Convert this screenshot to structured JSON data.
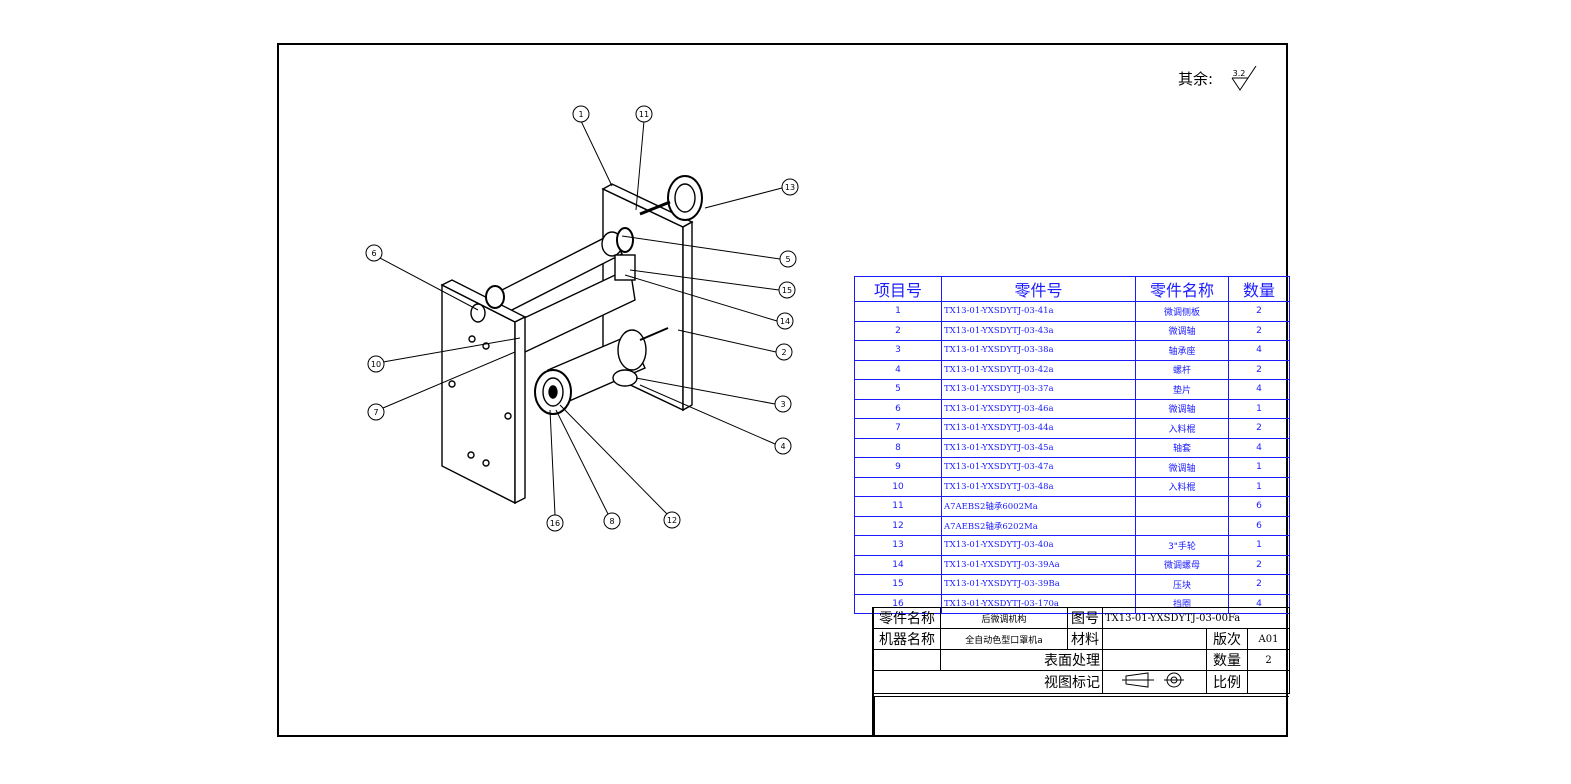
{
  "roughness": {
    "label": "其余:",
    "value": "3.2"
  },
  "balloons": [
    "1",
    "11",
    "13",
    "5",
    "15",
    "14",
    "2",
    "3",
    "4",
    "12",
    "8",
    "16",
    "7",
    "10",
    "6"
  ],
  "bom": {
    "headers": [
      "项目号",
      "零件号",
      "零件名称",
      "数量"
    ],
    "rows": [
      {
        "no": "1",
        "part": "TX13-01-YXSDYTJ-03-41a",
        "name": "微调侧板",
        "qty": "2"
      },
      {
        "no": "2",
        "part": "TX13-01-YXSDYTJ-03-43a",
        "name": "微调轴",
        "qty": "2"
      },
      {
        "no": "3",
        "part": "TX13-01-YXSDYTJ-03-38a",
        "name": "轴承座",
        "qty": "4"
      },
      {
        "no": "4",
        "part": "TX13-01-YXSDYTJ-03-42a",
        "name": "螺杆",
        "qty": "2"
      },
      {
        "no": "5",
        "part": "TX13-01-YXSDYTJ-03-37a",
        "name": "垫片",
        "qty": "4"
      },
      {
        "no": "6",
        "part": "TX13-01-YXSDYTJ-03-46a",
        "name": "微调轴",
        "qty": "1"
      },
      {
        "no": "7",
        "part": "TX13-01-YXSDYTJ-03-44a",
        "name": "入料棍",
        "qty": "2"
      },
      {
        "no": "8",
        "part": "TX13-01-YXSDYTJ-03-45a",
        "name": "轴套",
        "qty": "4"
      },
      {
        "no": "9",
        "part": "TX13-01-YXSDYTJ-03-47a",
        "name": "微调轴",
        "qty": "1"
      },
      {
        "no": "10",
        "part": "TX13-01-YXSDYTJ-03-48a",
        "name": "入料棍",
        "qty": "1"
      },
      {
        "no": "11",
        "part": "A7AEBS2轴承6002Ma",
        "name": "",
        "qty": "6"
      },
      {
        "no": "12",
        "part": "A7AEBS2轴承6202Ma",
        "name": "",
        "qty": "6"
      },
      {
        "no": "13",
        "part": "TX13-01-YXSDYTJ-03-40a",
        "name": "3\"手轮",
        "qty": "1"
      },
      {
        "no": "14",
        "part": "TX13-01-YXSDYTJ-03-39Aa",
        "name": "微调螺母",
        "qty": "2"
      },
      {
        "no": "15",
        "part": "TX13-01-YXSDYTJ-03-39Ba",
        "name": "压块",
        "qty": "2"
      },
      {
        "no": "16",
        "part": "TX13-01-YXSDYTJ-03-170a",
        "name": "挡圈",
        "qty": "4"
      }
    ]
  },
  "title_block": {
    "part_name_label": "零件名称",
    "part_name": "后微调机构",
    "drawing_no_label": "图号",
    "drawing_no": "TX13-01-YXSDYTJ-03-00Fa",
    "machine_name_label": "机器名称",
    "machine_name": "全自动色型口罩机a",
    "material_label": "材料",
    "material": "",
    "version_label": "版次",
    "version": "A01",
    "surface_label": "表面处理",
    "quantity_label": "数量",
    "quantity": "2",
    "view_label": "视图标记",
    "scale_label": "比例",
    "scale": ""
  }
}
